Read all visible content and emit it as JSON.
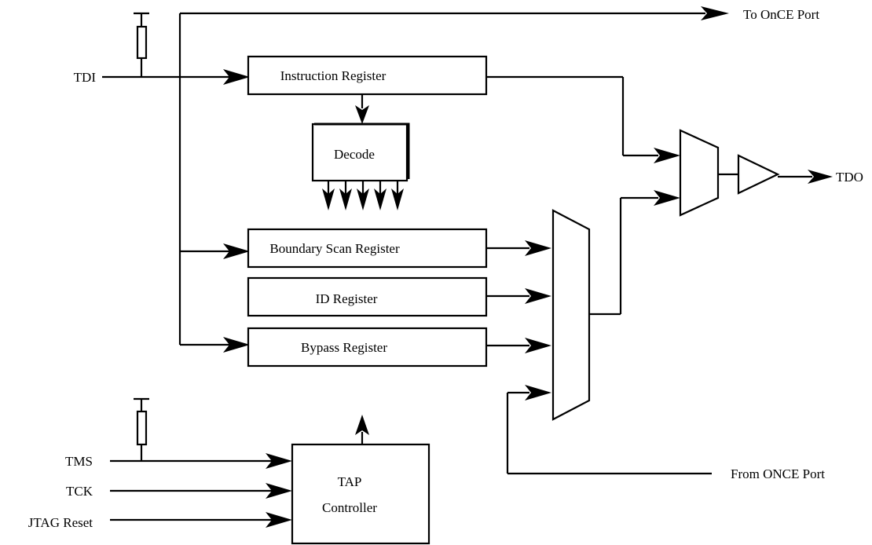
{
  "signals": {
    "tdi": "TDI",
    "tdo": "TDO",
    "tms": "TMS",
    "tck": "TCK",
    "jtag_reset": "JTAG Reset",
    "to_once_port": "To OnCE Port",
    "from_once_port": "From ONCE Port"
  },
  "blocks": {
    "instruction_register": "Instruction Register",
    "decode": "Decode",
    "boundary_scan_register": "Boundary Scan Register",
    "id_register": "ID Register",
    "bypass_register": "Bypass Register",
    "tap_controller_line1": "TAP",
    "tap_controller_line2": "Controller"
  }
}
